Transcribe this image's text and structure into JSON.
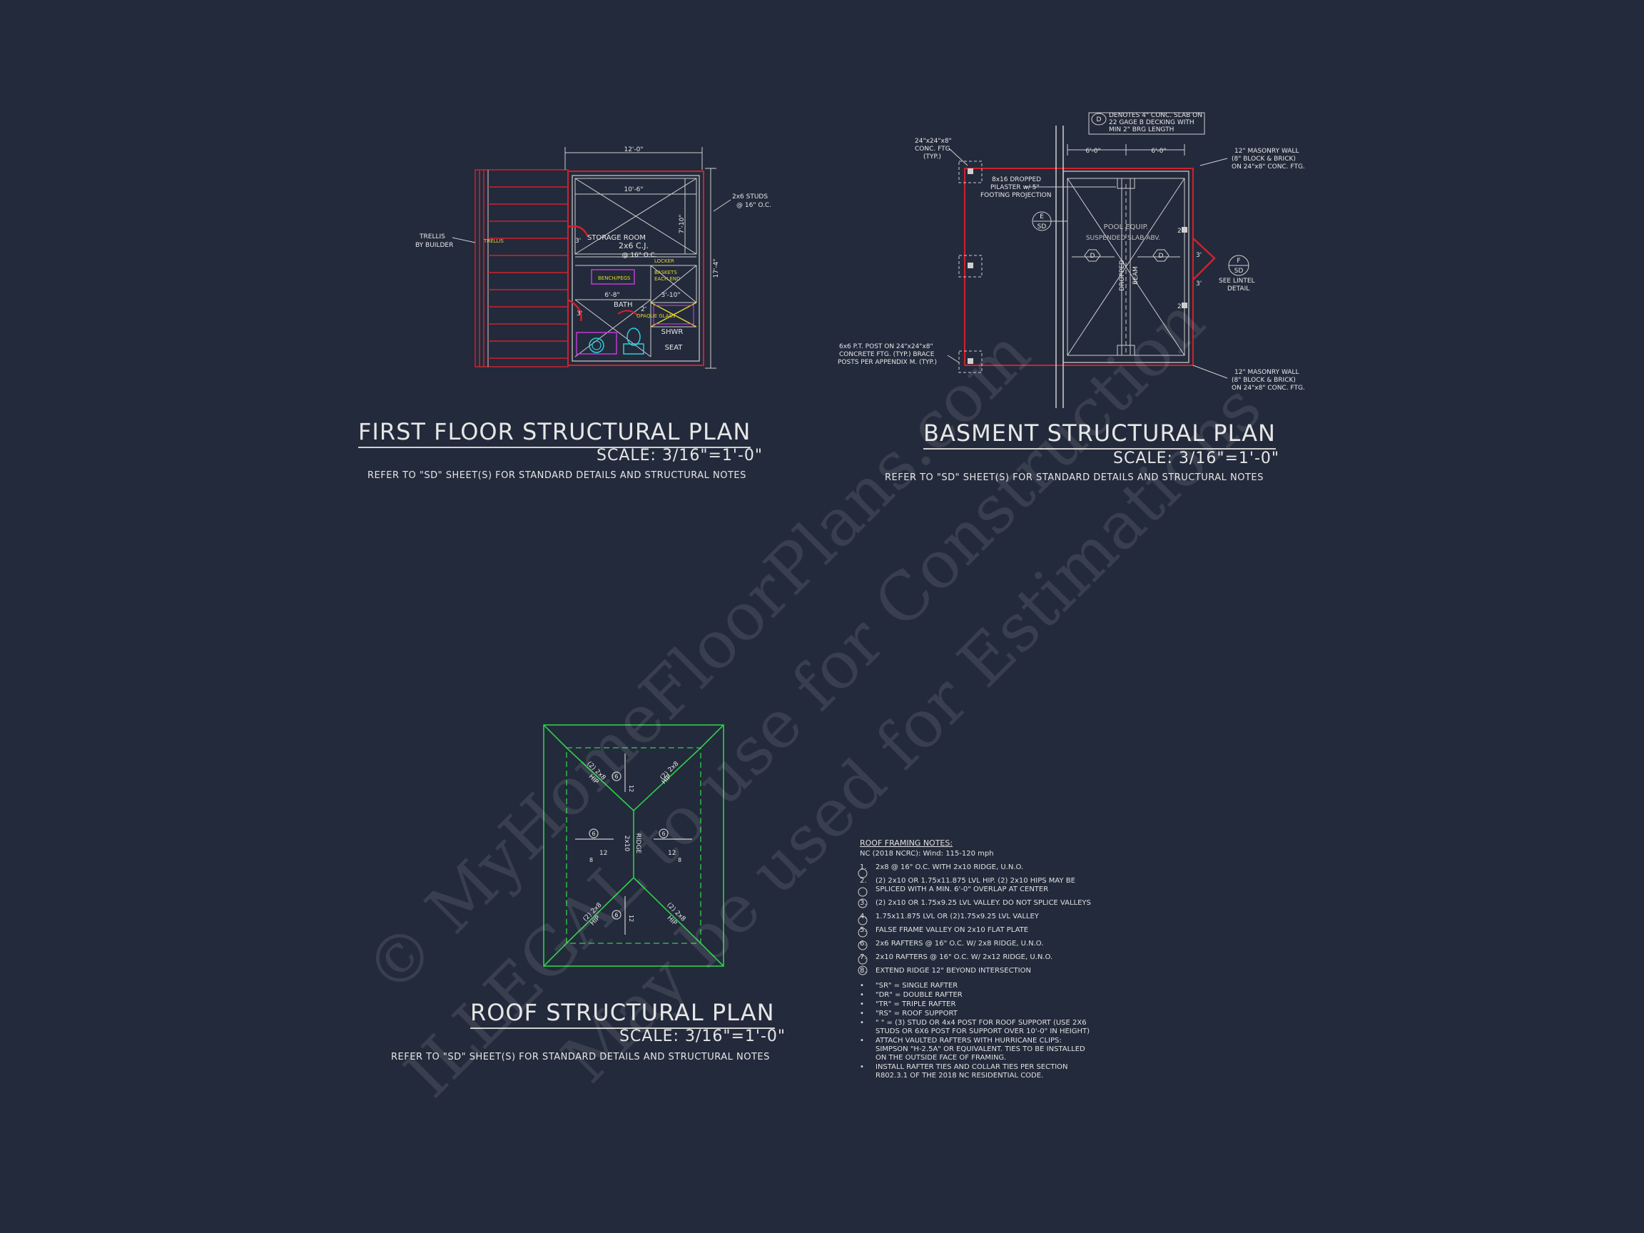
{
  "first_floor": {
    "title": "FIRST FLOOR STRUCTURAL PLAN",
    "scale": "SCALE: 3/16\"=1'-0\"",
    "ref": "REFER TO \"SD\" SHEET(S) FOR STANDARD DETAILS AND STRUCTURAL NOTES",
    "dim_top": "12'-0\"",
    "dim_inner": "10'-6\"",
    "dim_side": "17'-4\"",
    "dim_7": "7'-10\"",
    "dim_68": "6'-8\"",
    "dim_310": "3'-10\"",
    "dim_2": "2'",
    "dim_3a": "3'",
    "dim_3b": "3'",
    "studs": [
      "2x6 STUDS",
      "@ 16\" O.C."
    ],
    "trellis": [
      "TRELLIS",
      "BY BUILDER"
    ],
    "trellis_tag": "TRELLIS",
    "storage": "STORAGE ROOM",
    "cj": [
      "2x6 C.J.",
      "@ 16\" O.C."
    ],
    "locker": "LOCKER",
    "baskets": [
      "BASKETS",
      "EACH END"
    ],
    "bench": "BENCH/PEGS",
    "bath": "BATH",
    "opaque": "OPAQUE GLASS",
    "shwr": "SHWR",
    "seat": "SEAT"
  },
  "basement": {
    "title": "BASMENT STRUCTURAL PLAN",
    "scale": "SCALE: 3/16\"=1'-0\"",
    "ref": "REFER TO \"SD\" SHEET(S) FOR STANDARD DETAILS AND STRUCTURAL NOTES",
    "legend": [
      "DENOTES 4\" CONC. SLAB ON",
      "22 GAGE B DECKING WITH",
      "MIN 2\" BRG LENGTH"
    ],
    "legend_tag": "D",
    "ftg": [
      "24\"x24\"x8\"",
      "CONC. FTG.",
      "(TYP.)"
    ],
    "pilaster": [
      "8x16 DROPPED",
      "PILASTER w/ 5\"",
      "FOOTING PROJECTION"
    ],
    "wall_top": [
      "12\" MASONRY WALL",
      "(8\" BLOCK & BRICK)",
      "ON 24\"x8\" CONC. FTG."
    ],
    "wall_bot": [
      "12\" MASONRY WALL",
      "(8\" BLOCK & BRICK)",
      "ON 24\"x8\" CONC. FTG."
    ],
    "post": [
      "6x6 P.T. POST ON 24\"x24\"x8\"",
      "CONCRETE FTG. (TYP.) BRACE",
      "POSTS PER APPENDIX M. (TYP.)"
    ],
    "pool": [
      "POOL EQUIP.",
      "SUSPENDED SLAB ABV."
    ],
    "lintel": [
      "SEE LINTEL",
      "DETAIL"
    ],
    "dim_a": "6'-0\"",
    "dim_b": "6'-0\"",
    "tag_e": "E",
    "tag_sd": "SD",
    "tag_f": "F",
    "tag_d": "D",
    "beam": [
      "DROPPED",
      "BEAM"
    ],
    "num_2": "2",
    "dim_3": "3'"
  },
  "roof": {
    "title": "ROOF STRUCTURAL PLAN",
    "scale": "SCALE: 3/16\"=1'-0\"",
    "ref": "REFER TO \"SD\" SHEET(S) FOR STANDARD DETAILS AND STRUCTURAL NOTES",
    "hip": [
      "(2) 2x8",
      "HIP"
    ],
    "ridge": [
      "2x10",
      "RIDGE"
    ],
    "tag": "6",
    "pitch": "12",
    "pitch_low": "8"
  },
  "notes": {
    "heading": "ROOF FRAMING NOTES:",
    "code": "NC (2018 NCRC): Wind: 115-120 mph",
    "items": [
      {
        "n": "1.",
        "t": "2x8 @ 16\" O.C. WITH 2x10 RIDGE, U.N.O."
      },
      {
        "n": "2.",
        "t": "(2) 2x10 OR 1.75x11.875 LVL HIP. (2) 2x10 HIPS MAY BE SPLICED WITH A MIN. 6'-0\" OVERLAP AT CENTER"
      },
      {
        "n": "3.",
        "t": "(2) 2x10 OR 1.75x9.25 LVL VALLEY. DO NOT SPLICE VALLEYS"
      },
      {
        "n": "4.",
        "t": "1.75x11.875 LVL OR (2)1.75x9.25 LVL VALLEY"
      },
      {
        "n": "5.",
        "t": "FALSE FRAME VALLEY ON 2x10 FLAT PLATE"
      },
      {
        "n": "6.",
        "t": "2x6 RAFTERS @ 16\" O.C. W/ 2x8 RIDGE, U.N.O."
      },
      {
        "n": "7.",
        "t": "2x10 RAFTERS @ 16\" O.C. W/ 2x12 RIDGE, U.N.O."
      },
      {
        "n": "8.",
        "t": "EXTEND RIDGE 12\" BEYOND INTERSECTION"
      }
    ],
    "bullets": [
      "\"SR\" = SINGLE RAFTER",
      "\"DR\" = DOUBLE RAFTER",
      "\"TR\" = TRIPLE RAFTER",
      "\"RS\" = ROOF SUPPORT",
      "\" \" = (3) STUD OR 4x4 POST FOR ROOF SUPPORT (USE 2X6 STUDS OR 6X6 POST FOR SUPPORT OVER 10'-0\" IN HEIGHT)",
      "ATTACH VAULTED RAFTERS WITH HURRICANE CLIPS: SIMPSON \"H-2.5A\" OR EQUIVALENT. TIES TO BE INSTALLED ON THE OUTSIDE FACE OF FRAMING.",
      "INSTALL RAFTER TIES AND COLLAR TIES PER SECTION R802.3.1 OF THE 2018 NC RESIDENTIAL CODE."
    ],
    "bullet_mark": "•"
  },
  "watermark": {
    "line1": "© MyHomeFloorPlans.com",
    "line2": "ILLEGAL to use for Construction",
    "line3": "May be used for Estimations"
  }
}
